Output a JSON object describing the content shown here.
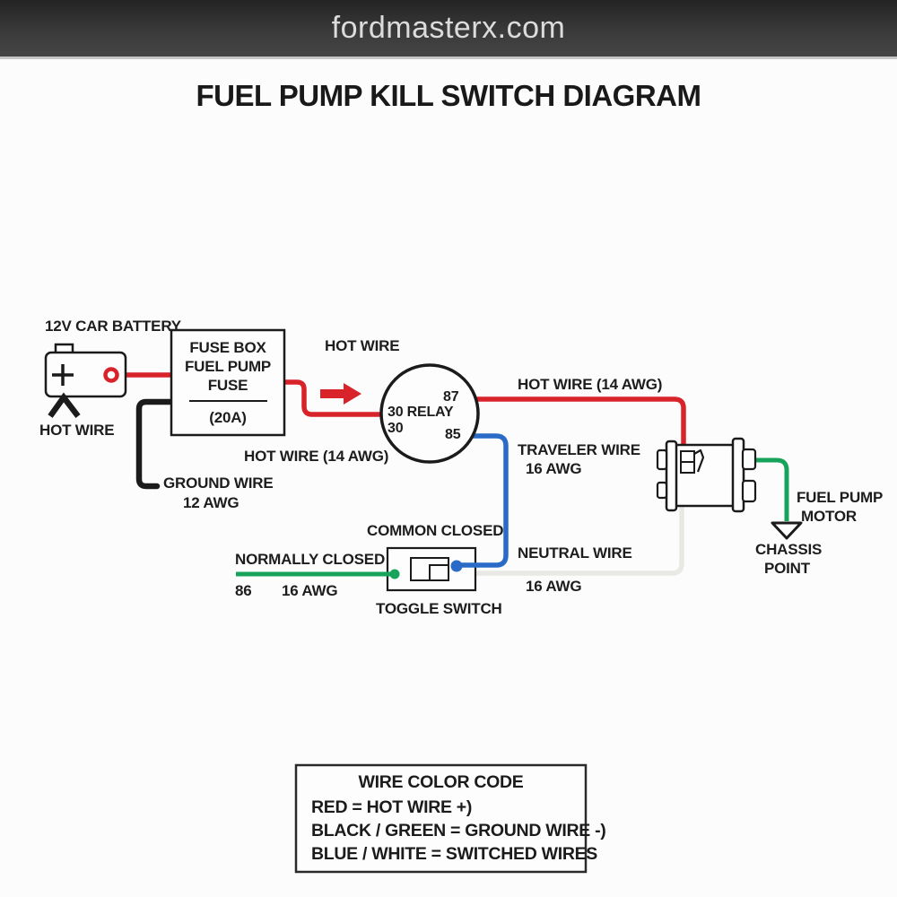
{
  "site": {
    "name": "fordmasterx.com"
  },
  "title": "FUEL PUMP KILL SWITCH DIAGRAM",
  "colors": {
    "red": "#d8232b",
    "blue": "#2a6bc8",
    "green": "#18a35b",
    "black": "#1b1b1b",
    "white_wire": "#e8e8e4",
    "header_text": "#dcdcdc"
  },
  "battery": {
    "label": "12V CAR BATTERY",
    "terminal": "+",
    "hot_wire_label": "HOT WIRE"
  },
  "fuse_box": {
    "line1": "FUSE BOX",
    "line2": "FUEL PUMP",
    "line3": "FUSE",
    "rating": "(20A)"
  },
  "relay": {
    "hot_wire_label": "HOT WIRE",
    "pin_87": "87",
    "pin_30_label": "30 RELAY",
    "pin_30": "30",
    "pin_85": "85"
  },
  "wires": {
    "hot_right": "HOT WIRE (14 AWG)",
    "hot_left": "HOT WIRE (14 AWG)",
    "ground": {
      "line1": "GROUND WIRE",
      "line2": "12 AWG"
    },
    "traveler": {
      "line1": "TRAVELER WIRE",
      "line2": "16 AWG"
    },
    "neutral": {
      "line1": "NEUTRAL WIRE",
      "line2": "16 AWG"
    }
  },
  "switch": {
    "common_closed": "COMMON CLOSED",
    "normally_closed": "NORMALLY CLOSED",
    "pin": "86",
    "gauge": "16 AWG",
    "name": "TOGGLE SWITCH"
  },
  "motor": {
    "line1": "FUEL PUMP",
    "line2": "MOTOR"
  },
  "chassis": {
    "line1": "CHASSIS",
    "line2": "POINT"
  },
  "legend": {
    "title": "WIRE COLOR CODE",
    "lines": [
      "RED = HOT WIRE +)",
      "BLACK / GREEN = GROUND WIRE -)",
      "BLUE / WHITE = SWITCHED WIRES"
    ]
  }
}
